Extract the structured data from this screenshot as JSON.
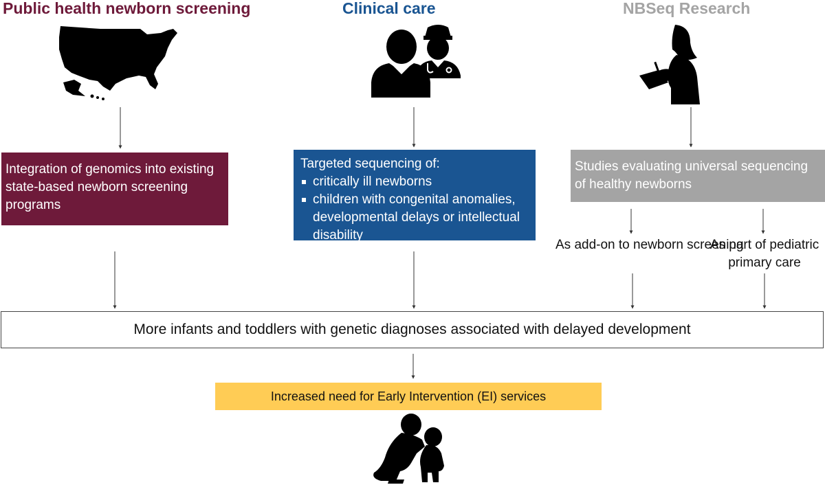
{
  "columns": [
    {
      "id": "public-health",
      "heading": "Public health newborn screening",
      "color": "#6e1a3a",
      "icon": "usa-map-icon",
      "box_text": "Integration of genomics into existing state-based newborn screening programs"
    },
    {
      "id": "clinical",
      "heading": "Clinical care",
      "color": "#1a5592",
      "icon": "patient-and-doctor-icon",
      "box_intro": "Targeted sequencing of:",
      "box_bullets": [
        "critically ill newborns",
        "children with congenital anomalies, developmental delays or intellectual disability"
      ]
    },
    {
      "id": "nbseq",
      "heading": "NBSeq Research",
      "color": "#a4a4a4",
      "icon": "researcher-with-clipboard-icon",
      "box_text": "Studies evaluating universal sequencing of healthy newborns",
      "branches": [
        "As add-on to newborn screening",
        "As part of pediatric primary care"
      ]
    }
  ],
  "outcome": {
    "text": "More infants and toddlers with genetic diagnoses associated with delayed development"
  },
  "need": {
    "text": "Increased need for Early Intervention (EI) services",
    "color": "#ffcc55",
    "icon": "adult-and-child-icon"
  }
}
